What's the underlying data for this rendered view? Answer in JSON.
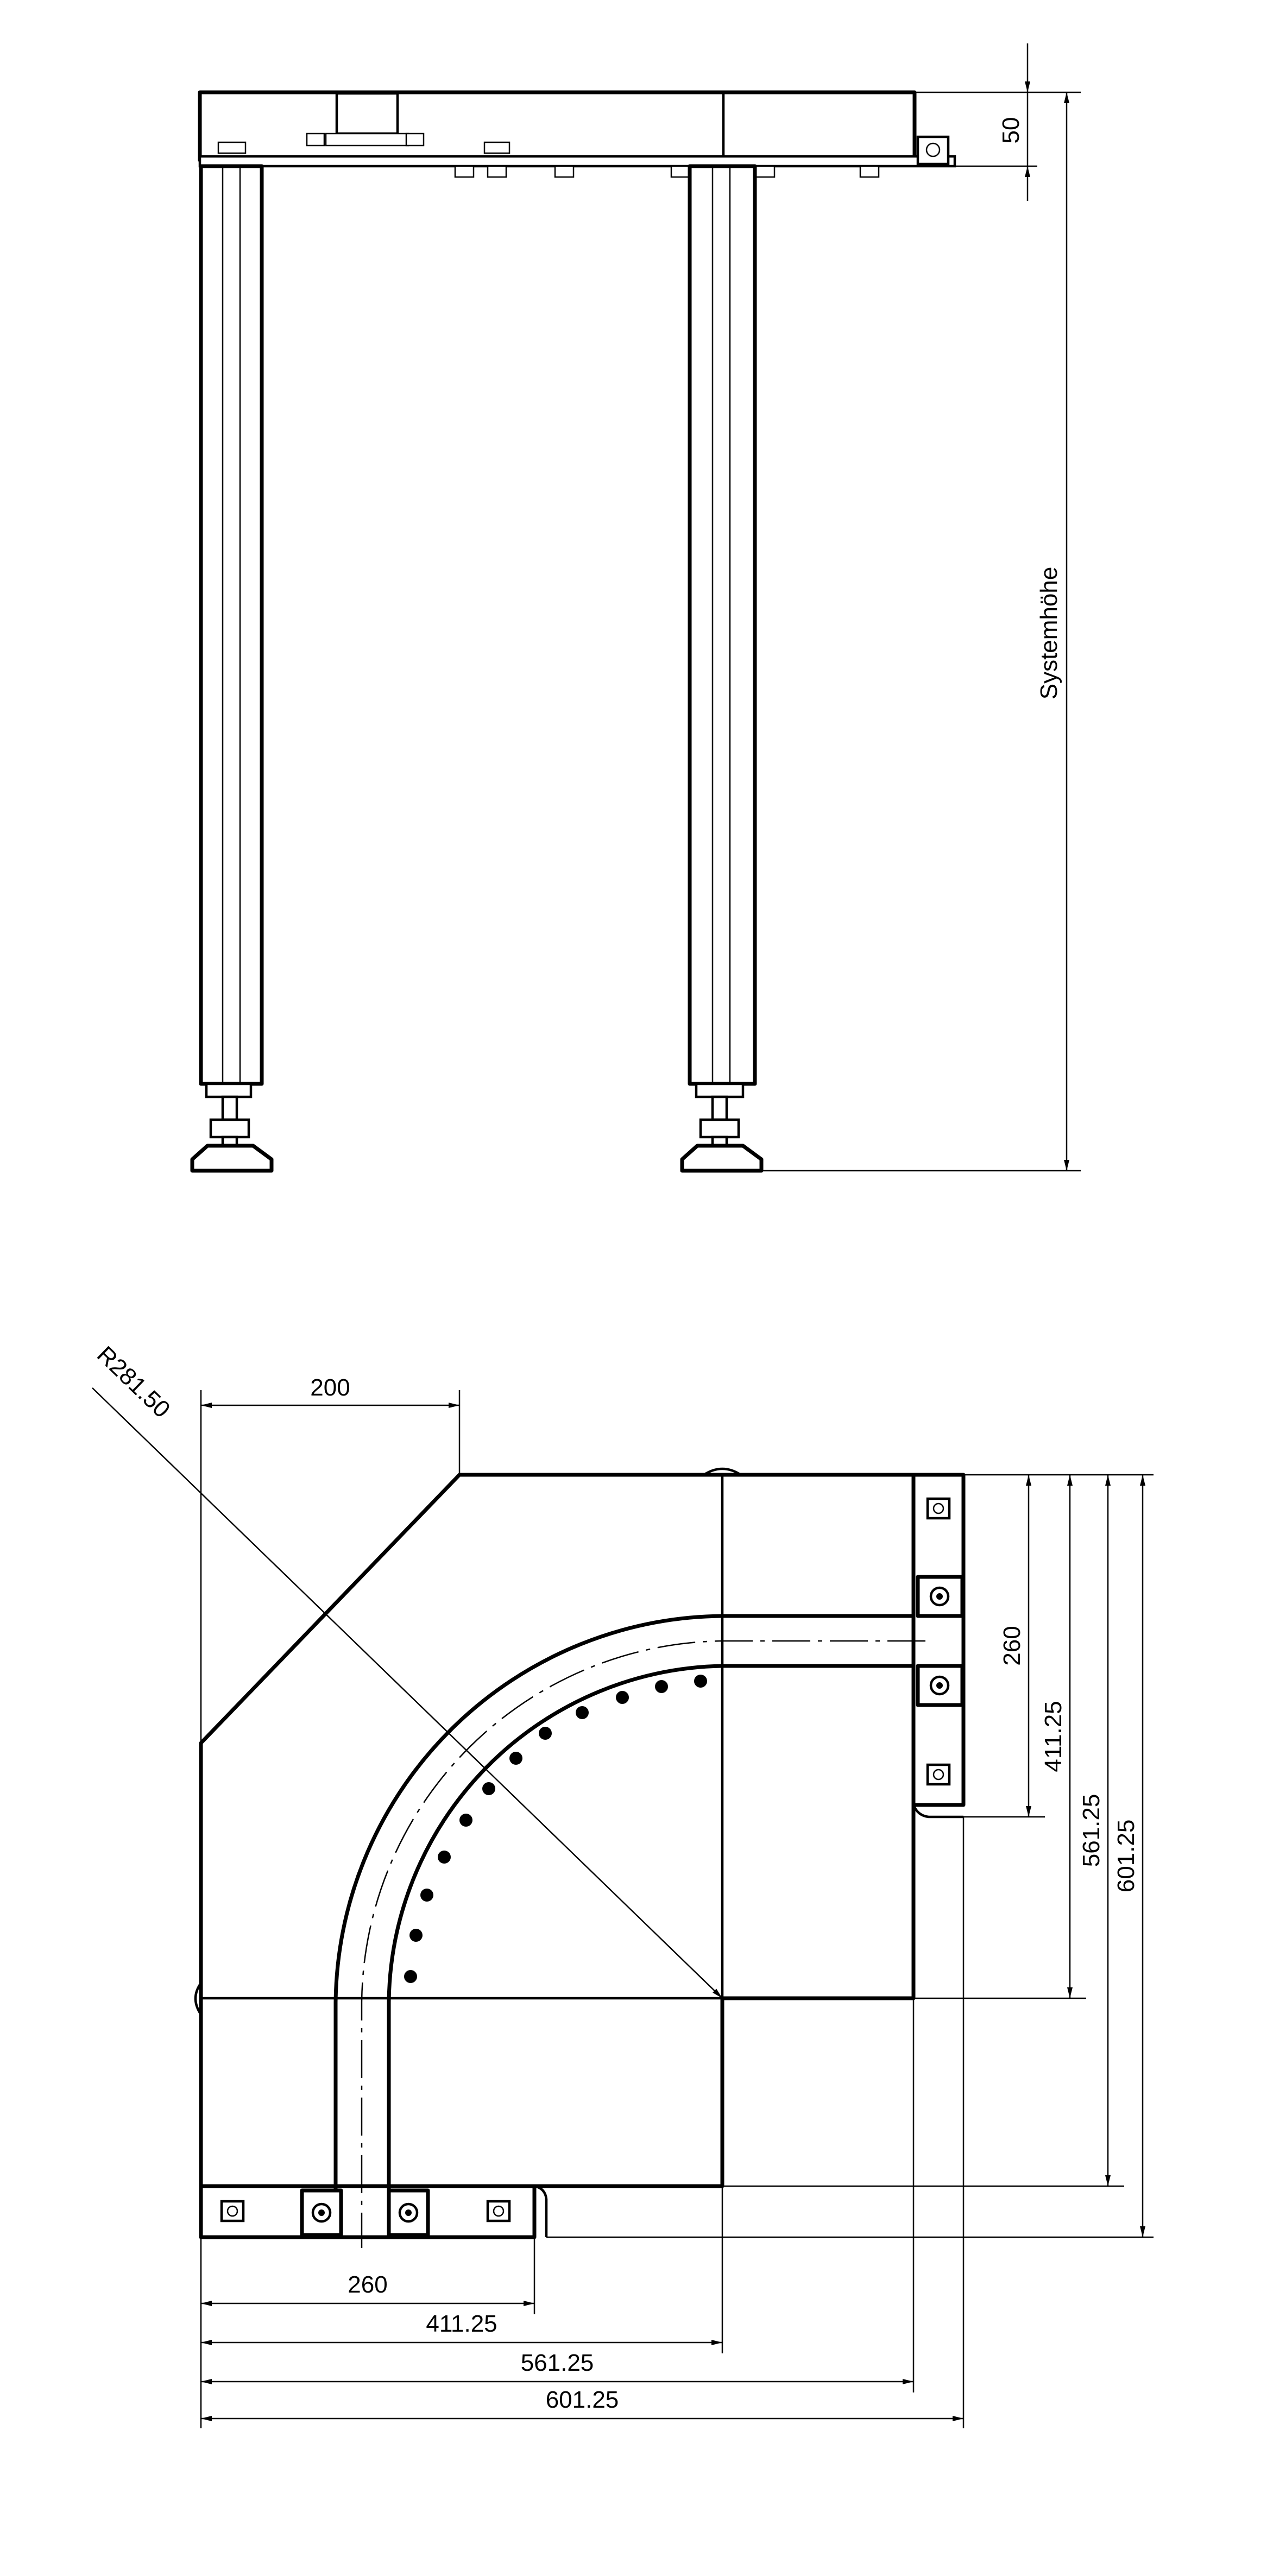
{
  "elevation": {
    "dim_top_thickness": "50",
    "dim_system_height": "Systemhöhe"
  },
  "plan": {
    "dim_radius": "R281.50",
    "dim_top_offset": "200",
    "dims_right": [
      "260",
      "411.25",
      "561.25",
      "601.25"
    ],
    "dims_bottom": [
      "260",
      "411.25",
      "561.25",
      "601.25"
    ]
  }
}
